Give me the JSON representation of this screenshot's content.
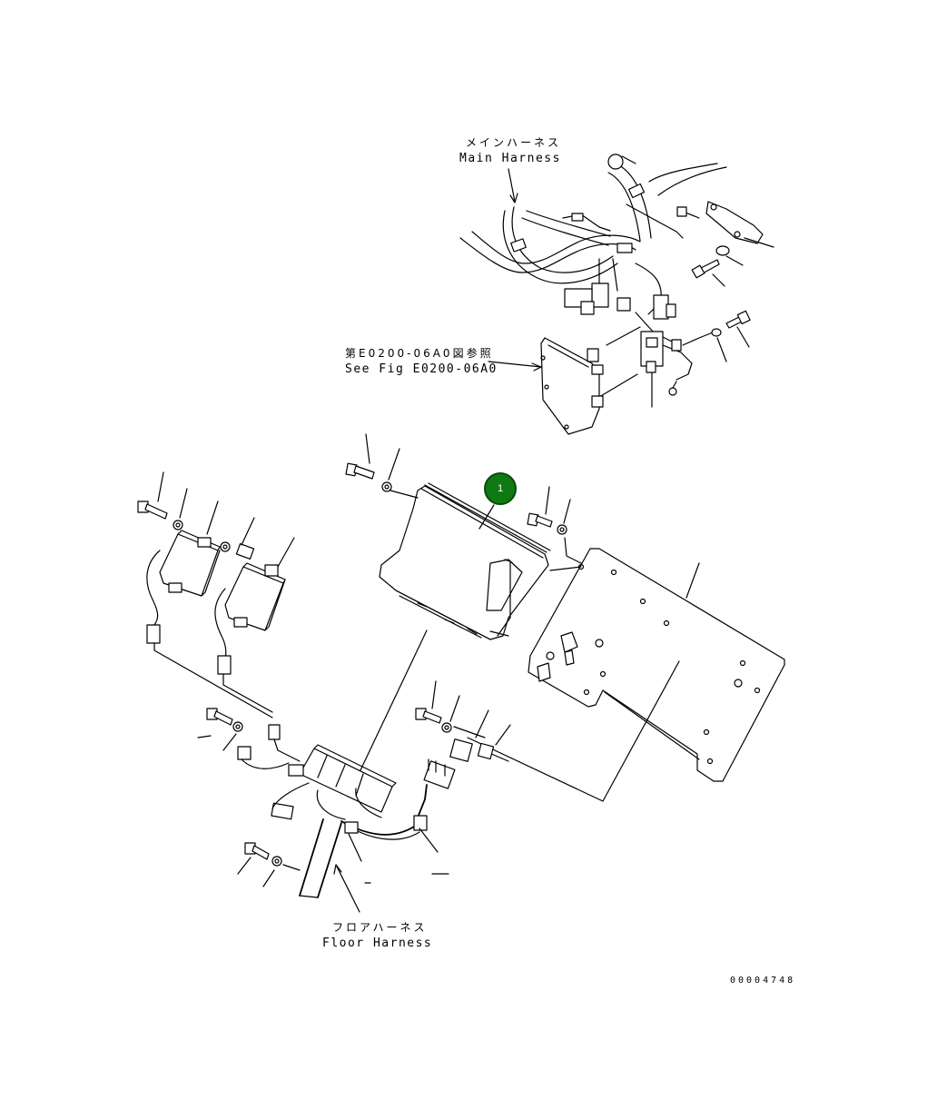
{
  "labels": {
    "main_harness_jp": "メインハーネス",
    "main_harness_en": "Main Harness",
    "see_fig_jp": "第E0200-06A0図参照",
    "see_fig_en": "See Fig E0200-06A0",
    "floor_harness_jp": "フロアハーネス",
    "floor_harness_en": "Floor Harness"
  },
  "callout": {
    "number": "1",
    "color": "#0f7a12"
  },
  "figure_number": "00004748",
  "icons": [
    "bolt-icon",
    "washer-icon",
    "connector-icon",
    "relay-icon",
    "bracket-icon",
    "controller-icon"
  ]
}
